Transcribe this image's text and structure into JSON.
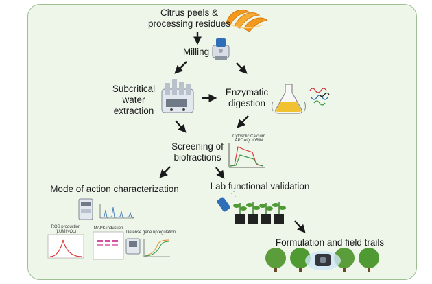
{
  "steps": {
    "citrus_line1": "Citrus peels &",
    "citrus_line2": "processing residues",
    "milling": "Milling",
    "subcritical_line1": "Subcritical",
    "subcritical_line2": "water",
    "subcritical_line3": "extraction",
    "enzymatic_line1": "Enzymatic",
    "enzymatic_line2": "digestion",
    "screening_line1": "Screening of",
    "screening_line2": "biofractions",
    "mode_of_action": "Mode of action characterization",
    "lab_validation": "Lab functional validation",
    "formulation": "Formulation and field trails"
  },
  "insets": {
    "calcium_title": "Cytosolic Calcium",
    "calcium_subtitle": "APOAQUORIN",
    "ros_line1": "ROS production",
    "ros_line2": "(LUMINOL)",
    "mapk": "MAPK induction",
    "defense": "Defense gene upregulation"
  },
  "colors": {
    "panel_bg": "#eef6ea",
    "panel_border": "#9fbf93",
    "orange": "#f39a1e",
    "arrow": "#1a1a1a",
    "tree_green": "#4f9a32"
  }
}
